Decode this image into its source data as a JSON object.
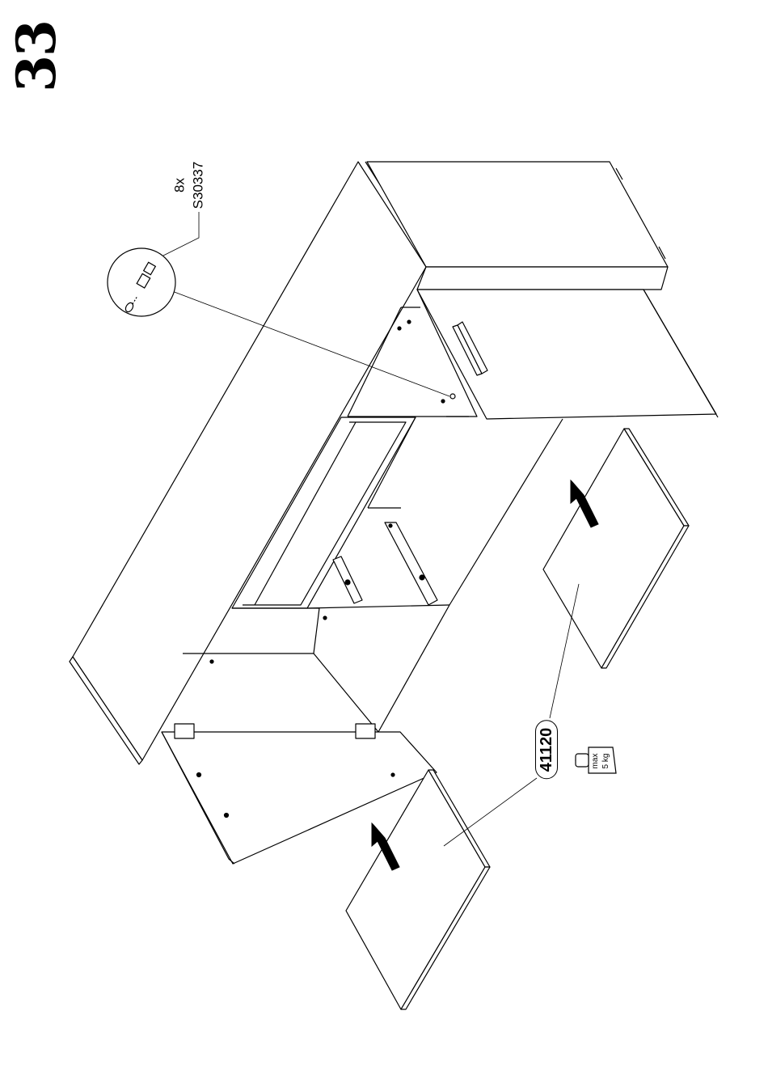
{
  "step": {
    "number": "33"
  },
  "callout": {
    "quantity": "8x",
    "part_code": "S30337"
  },
  "panel": {
    "part_number": "41120"
  },
  "weight_limit": {
    "line1": "max",
    "line2": "5 kg"
  }
}
